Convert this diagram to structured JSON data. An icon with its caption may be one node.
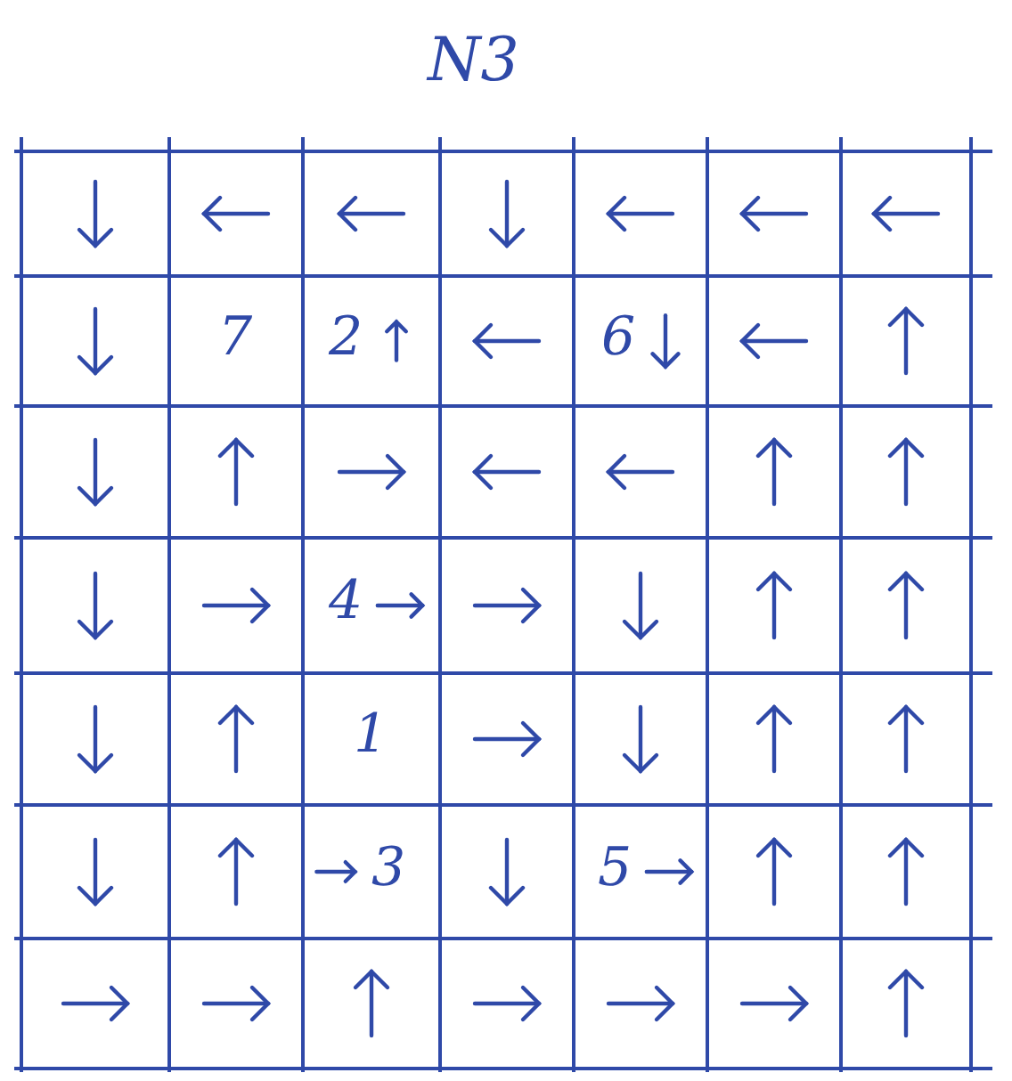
{
  "diagram": {
    "title": "N3",
    "labels": [
      "7",
      "2",
      "6",
      "4",
      "1",
      "3",
      "5"
    ]
  }
}
